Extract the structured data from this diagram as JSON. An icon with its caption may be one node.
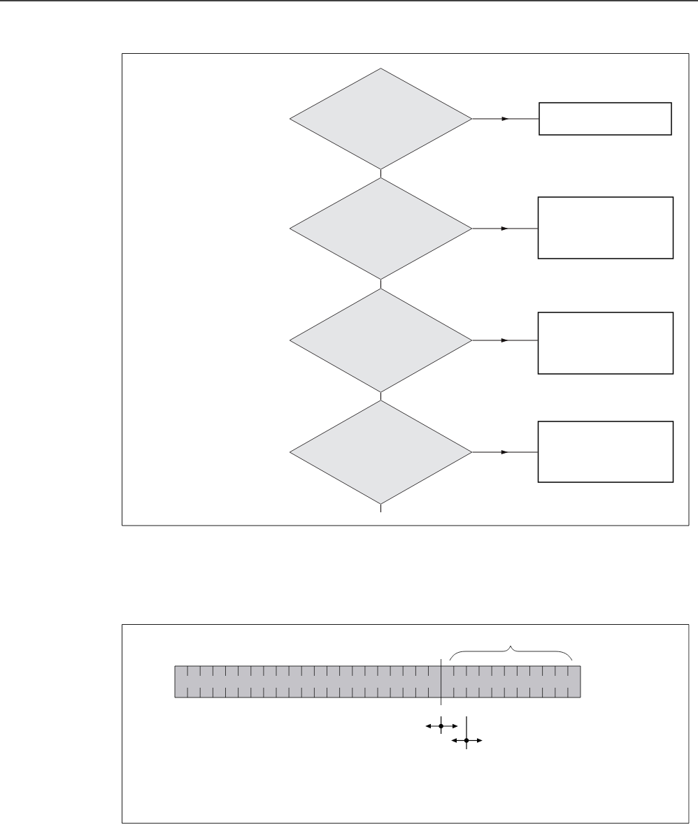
{
  "diagram": {
    "nodes": [
      {
        "text": [],
        "shape": "diamond"
      },
      {
        "text": [],
        "shape": "box"
      },
      {
        "text": [],
        "shape": "diamond"
      },
      {
        "text": [],
        "shape": "box"
      },
      {
        "text": [],
        "shape": "diamond"
      },
      {
        "text": [],
        "shape": "box"
      },
      {
        "text": [],
        "shape": "diamond"
      },
      {
        "text": [],
        "shape": "box"
      }
    ],
    "edges": [
      {
        "from": 0,
        "to": 1,
        "arrow": "to"
      },
      {
        "from": 0,
        "to": 2,
        "arrow": "none"
      },
      {
        "from": 2,
        "to": 3,
        "arrow": "to"
      },
      {
        "from": 2,
        "to": 4,
        "arrow": "none"
      },
      {
        "from": 4,
        "to": 5,
        "arrow": "to"
      },
      {
        "from": 4,
        "to": 6,
        "arrow": "none"
      },
      {
        "from": 6,
        "to": 7,
        "arrow": "to"
      },
      {
        "from": 6,
        "to": null,
        "arrow": "none"
      }
    ]
  }
}
